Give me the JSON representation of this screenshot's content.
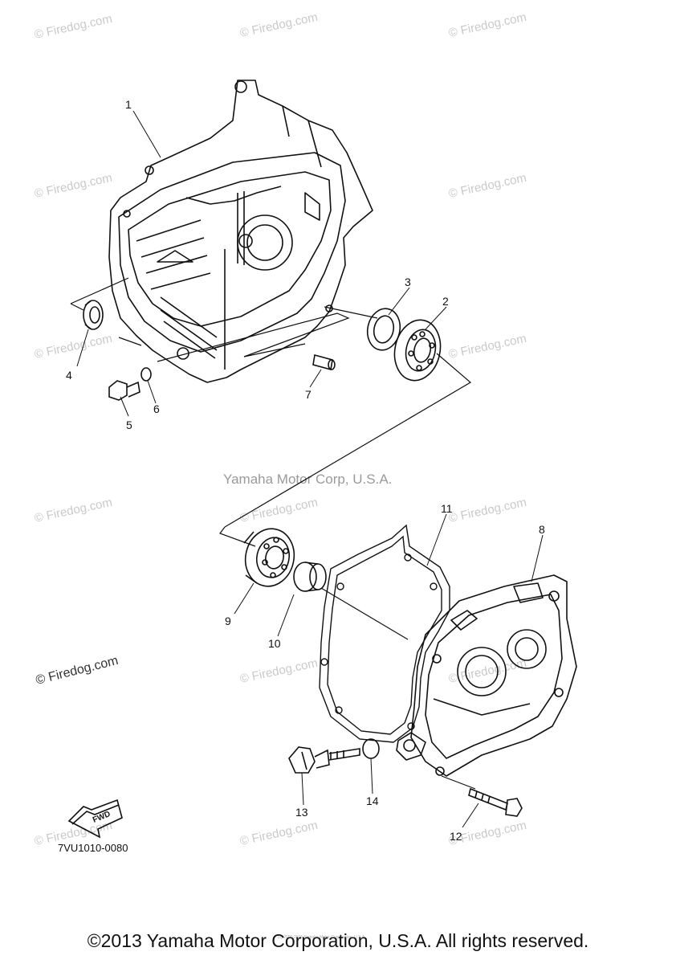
{
  "watermark": "© Firedog.com",
  "center_mark": "Yamaha Motor Corp, U.S.A.",
  "tiny_mark": "(c) 2000-2015 Yamaha Motor Corporation, U.S.A.",
  "diagram_code": "7VU1010-0080",
  "fwd_label": "FWD",
  "copyright": "©2013 Yamaha Motor Corporation, U.S.A. All rights reserved.",
  "parts": [
    "1",
    "2",
    "3",
    "4",
    "5",
    "6",
    "7",
    "8",
    "9",
    "10",
    "11",
    "12",
    "13",
    "14"
  ]
}
